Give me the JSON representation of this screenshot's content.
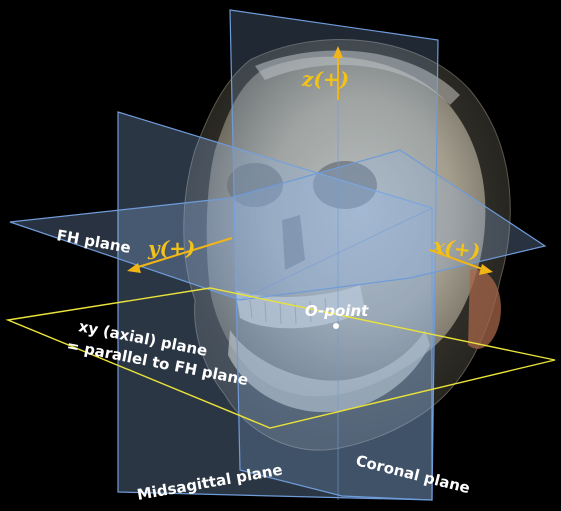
{
  "labels": {
    "fh_plane": "FH plane",
    "midsagittal_plane": "Midsagittal plane",
    "coronal_plane": "Coronal plane",
    "axial_line1": "xy (axial) plane",
    "axial_line2": "= parallel to FH  plane",
    "o_point": "O-point",
    "z_axis": "z(+)",
    "y_axis": "y(+)",
    "x_axis": "x(+)"
  },
  "colors": {
    "background": "#000000",
    "plane_fill": "#8fb4e6",
    "plane_edge": "#6f9bd8",
    "axis": "#f2b516",
    "axial_plane_line": "#e9e23a",
    "label_text": "#ffffff"
  }
}
